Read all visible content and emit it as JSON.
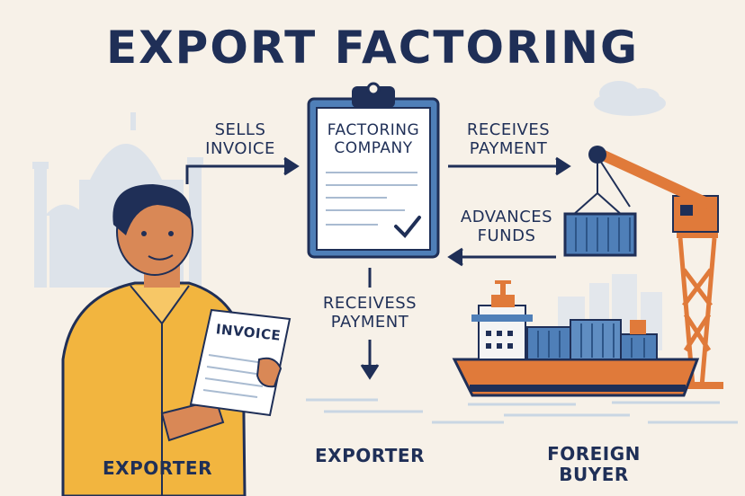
{
  "title": "EXPORT FACTORING",
  "nodes": {
    "factoring_company": [
      "FACTORING",
      "COMPANY"
    ],
    "exporter_person": "EXPORTER",
    "exporter_center": "EXPORTER",
    "foreign_buyer": [
      "FOREIGN",
      "BUYER"
    ]
  },
  "edges": {
    "sells_invoice": [
      "SELLS",
      "INVOICE"
    ],
    "receives_payment_right": [
      "RECEIVES",
      "PAYMENT"
    ],
    "advances_funds": [
      "ADVANCES",
      "FUNDS"
    ],
    "receives_payment_down": [
      "RECEIVESS",
      "PAYMENT"
    ]
  },
  "document": {
    "invoice_label": "INVOICE"
  },
  "colors": {
    "navy": "#1f2f57",
    "background": "#f7f1e8",
    "orange": "#e07a3a",
    "yellow_shirt": "#f2b53f",
    "clipboard_blue": "#4f7fb8"
  }
}
